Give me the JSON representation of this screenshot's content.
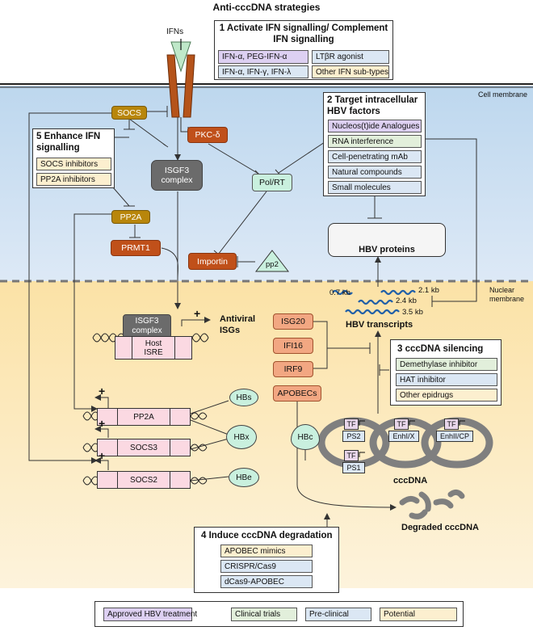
{
  "title": "Anti-cccDNA strategies",
  "labels": {
    "ifns": "IFNs",
    "cell_membrane": "Cell membrane",
    "nuclear_membrane": "Nuclear membrane",
    "antiviral_isgs": "Antiviral ISGs",
    "hbv_transcripts": "HBV transcripts",
    "cccdna": "cccDNA",
    "degraded_cccdna": "Degraded cccDNA",
    "plus": "+"
  },
  "strategy1": {
    "title": "1 Activate IFN signalling/ Complement IFN signalling",
    "items": [
      {
        "label": "IFN-α, PEG-IFN-α",
        "color": "#ddd0f2"
      },
      {
        "label": "LTβR agonist",
        "color": "#dbe7f4"
      },
      {
        "label": "IFN-α, IFN-γ, IFN-λ",
        "color": "#dbe7f4"
      },
      {
        "label": "Other IFN sub-types",
        "color": "#fcefcf"
      }
    ]
  },
  "strategy2": {
    "title": "2 Target intracellular HBV factors",
    "items": [
      {
        "label": "Nucleos(t)ide Analogues",
        "color": "#ddd0f2"
      },
      {
        "label": "RNA interference",
        "color": "#e2efdb"
      },
      {
        "label": "Cell-penetrating mAb",
        "color": "#dbe7f4"
      },
      {
        "label": "Natural compounds",
        "color": "#dbe7f4"
      },
      {
        "label": "Small molecules",
        "color": "#dbe7f4"
      }
    ]
  },
  "strategy3": {
    "title": "3 cccDNA silencing",
    "items": [
      {
        "label": "Demethylase inhibitor",
        "color": "#e2efdb"
      },
      {
        "label": "HAT inhibitor",
        "color": "#dbe7f4"
      },
      {
        "label": "Other epidrugs",
        "color": "#fcefcf"
      }
    ]
  },
  "strategy4": {
    "title": "4 Induce cccDNA degradation",
    "items": [
      {
        "label": "APOBEC mimics",
        "color": "#fcefcf"
      },
      {
        "label": "CRISPR/Cas9",
        "color": "#dbe7f4"
      },
      {
        "label": "dCas9-APOBEC",
        "color": "#dbe7f4"
      }
    ]
  },
  "strategy5": {
    "title": "5 Enhance IFN signalling",
    "items": [
      {
        "label": "SOCS inhibitors",
        "color": "#fcefcf"
      },
      {
        "label": "PP2A inhibitors",
        "color": "#fcefcf"
      }
    ]
  },
  "nodes": {
    "socs": "SOCS",
    "pkc": "PKC-δ",
    "isgf3": "ISGF3 complex",
    "pp2a": "PP2A",
    "prmt1": "PRMT1",
    "polrt": "Pol/RT",
    "importin": "Importin",
    "pp2": "pp2",
    "hbv_proteins": "HBV proteins",
    "isg20": "ISG20",
    "ifi16": "IFI16",
    "irf9": "IRF9",
    "apobecs": "APOBECs",
    "isgf3_nuc": "ISGF3 complex",
    "host_isre": "Host ISRE",
    "gene_pp2a": "PP2A",
    "gene_socs3": "SOCS3",
    "gene_socs2": "SOCS2",
    "hbs": "HBs",
    "hbx": "HBx",
    "hbe": "HBe",
    "hbc": "HBc"
  },
  "transcripts": [
    "0.7 kb",
    "2.1 kb",
    "2.4 kb",
    "3.5 kb"
  ],
  "cccdna_elements": {
    "tf": "TF",
    "ps2": "PS2",
    "ps1": "PS1",
    "enh1": "EnhI/X",
    "enh2": "EnhII/CP"
  },
  "legend": [
    {
      "label": "Approved HBV treatment",
      "color": "#ddd0f2"
    },
    {
      "label": "Clinical trials",
      "color": "#e2efdb"
    },
    {
      "label": "Pre-clinical",
      "color": "#dbe7f4"
    },
    {
      "label": "Potential",
      "color": "#fcefcf"
    }
  ]
}
